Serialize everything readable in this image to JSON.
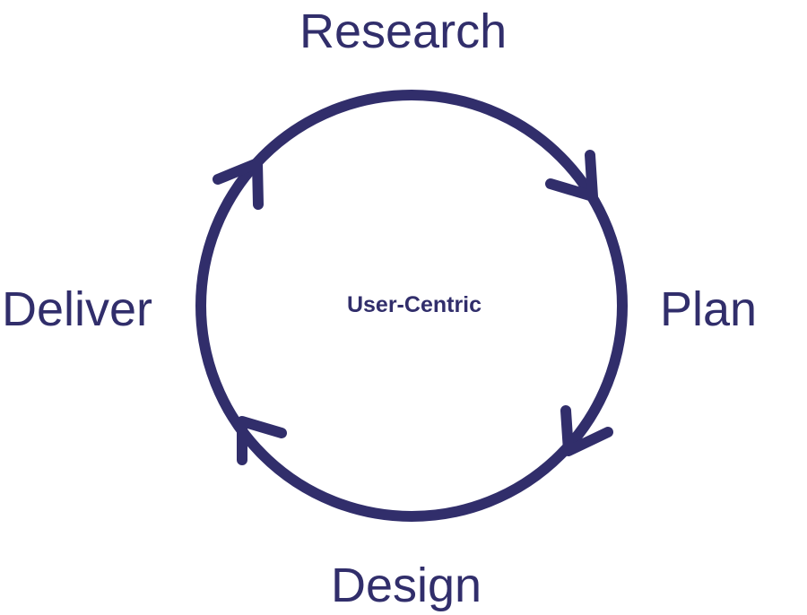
{
  "diagram": {
    "center_label": "User-Centric",
    "stages": [
      {
        "id": "research",
        "label": "Research"
      },
      {
        "id": "plan",
        "label": "Plan"
      },
      {
        "id": "design",
        "label": "Design"
      },
      {
        "id": "deliver",
        "label": "Deliver"
      }
    ],
    "cycle_direction": "clockwise",
    "colors": {
      "primary": "#312e6b",
      "background": "#ffffff"
    }
  }
}
